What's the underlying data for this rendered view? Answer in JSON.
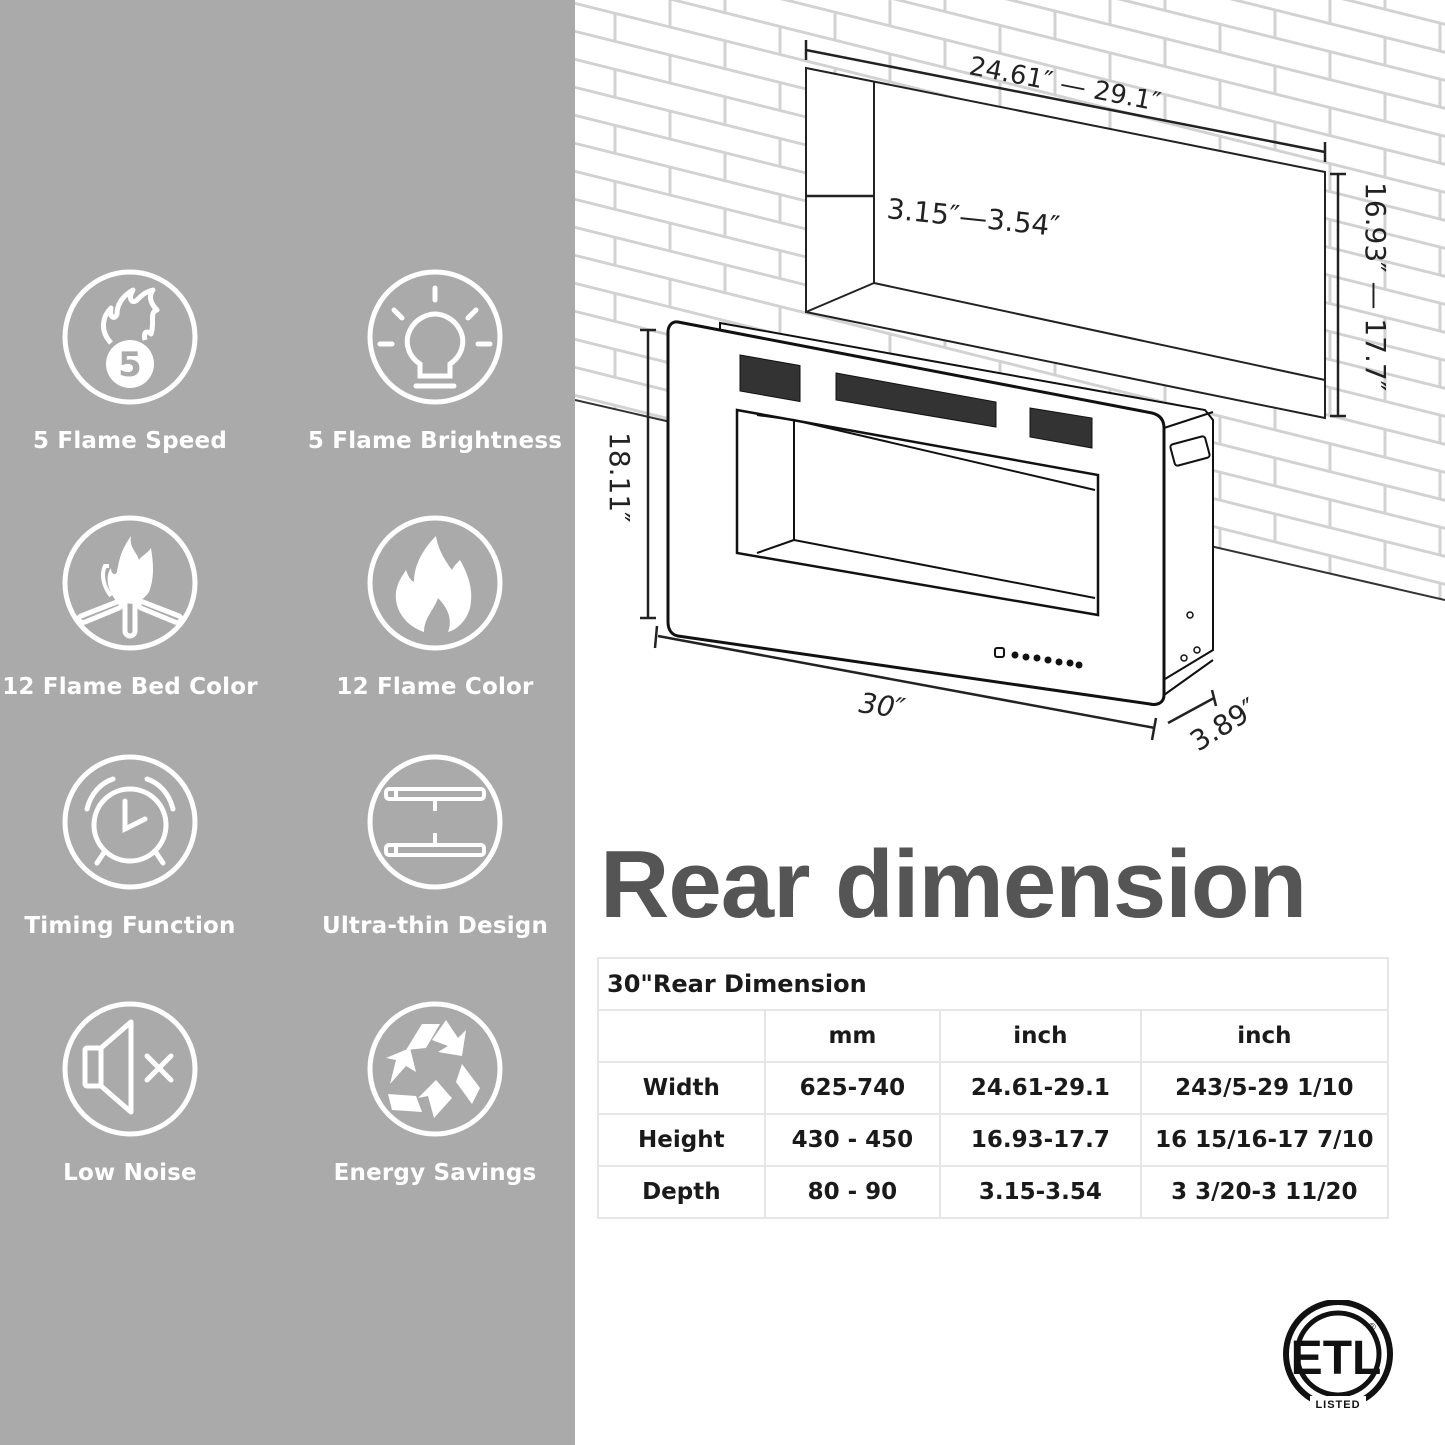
{
  "features": [
    {
      "label": "5 Flame Speed",
      "icon": "flame-five-icon"
    },
    {
      "label": "5 Flame Brightness",
      "icon": "lightbulb-icon"
    },
    {
      "label": "12 Flame Bed Color",
      "icon": "campfire-icon"
    },
    {
      "label": "12 Flame Color",
      "icon": "flame-icon"
    },
    {
      "label": "Timing Function",
      "icon": "alarm-clock-icon"
    },
    {
      "label": "Ultra-thin Design",
      "icon": "thin-panel-icon"
    },
    {
      "label": "Low Noise",
      "icon": "mute-speaker-icon"
    },
    {
      "label": "Energy Savings",
      "icon": "recycle-icon"
    }
  ],
  "diagram": {
    "recess_width": "24.61″ — 29.1″",
    "recess_depth": "3.15″—3.54″",
    "recess_height": "16.93″ — 17.7″",
    "unit_height": "18.11″",
    "unit_width": "30″",
    "unit_depth": "3.89″"
  },
  "heading": "Rear dimension",
  "table": {
    "caption": "30\"Rear Dimension",
    "headers": [
      "",
      "mm",
      "inch",
      "inch"
    ],
    "rows": [
      {
        "label": "Width",
        "mm": "625-740",
        "inch": "24.61-29.1",
        "inch_frac": "243/5-29 1/10"
      },
      {
        "label": "Height",
        "mm": "430 - 450",
        "inch": "16.93-17.7",
        "inch_frac": "16 15/16-17 7/10"
      },
      {
        "label": "Depth",
        "mm": "80 - 90",
        "inch": "3.15-3.54",
        "inch_frac": "3 3/20-3 11/20"
      }
    ]
  },
  "certification": {
    "mark": "ETL",
    "sub": "LISTED",
    "registered": "®"
  },
  "colors": {
    "panel_bg": "#aaaaaa",
    "icon_fg": "#ffffff",
    "heading": "#555555",
    "table_border": "#e6e6e6"
  }
}
